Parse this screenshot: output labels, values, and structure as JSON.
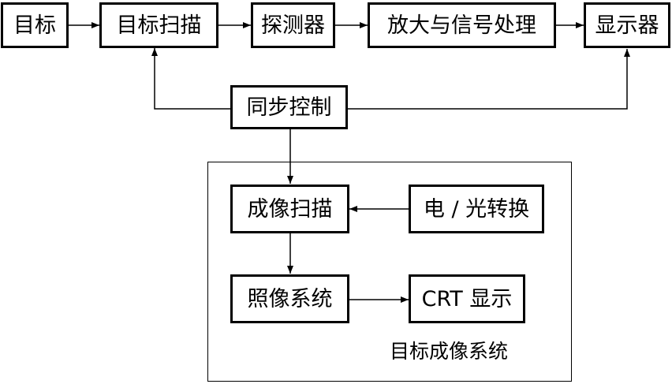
{
  "diagram": {
    "nodes": {
      "target": "目标",
      "target_scan": "目标扫描",
      "detector": "探测器",
      "amplify": "放大与信号处理",
      "display": "显示器",
      "sync_control": "同步控制",
      "imaging_scan": "成像扫描",
      "eo_convert": "电 / 光转换",
      "camera_system": "照像系统",
      "crt_display": "CRT 显示"
    },
    "group_label": "目标成像系统"
  },
  "colors": {
    "line": "#000000",
    "background": "#ffffff"
  }
}
